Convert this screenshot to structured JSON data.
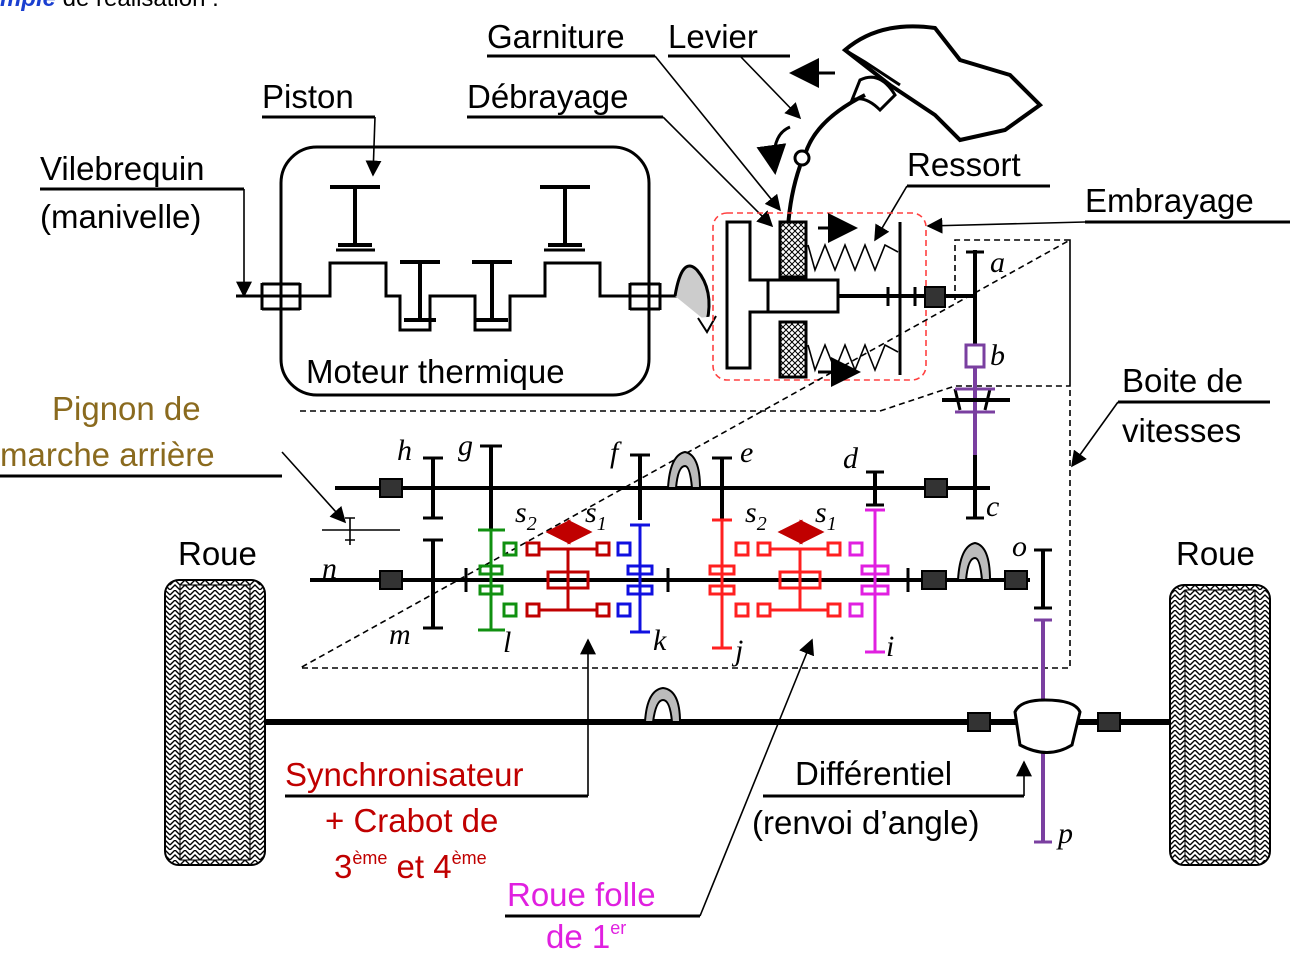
{
  "header_fragment": {
    "emph": "mple",
    "rest": " de réalisation :"
  },
  "labels": {
    "garniture": "Garniture",
    "levier": "Levier",
    "piston": "Piston",
    "debrayage": "Débrayage",
    "vilebrequin": "Vilebrequin",
    "manivelle": "(manivelle)",
    "ressort": "Ressort",
    "embrayage": "Embrayage",
    "moteur": "Moteur thermique",
    "pignon_l1": "Pignon de",
    "pignon_l2": "marche arrière",
    "boite_l1": "Boite de",
    "boite_l2": "vitesses",
    "roue_left": "Roue",
    "roue_right": "Roue",
    "synchro_l1": "Synchronisateur",
    "synchro_l2": "+ Crabot de",
    "synchro_3": "3",
    "synchro_3_sup": "ème",
    "synchro_et": " et 4",
    "synchro_4_sup": "ème",
    "diff_l1": "Différentiel",
    "diff_l2": "(renvoi d’angle)",
    "roue_folle_l1": "Roue folle",
    "roue_folle_l2": "de 1",
    "roue_folle_sup": "er"
  },
  "letters": {
    "a": "a",
    "b": "b",
    "c": "c",
    "d": "d",
    "e": "e",
    "f": "f",
    "g": "g",
    "h": "h",
    "i": "i",
    "j": "j",
    "k": "k",
    "l": "l",
    "m": "m",
    "n": "n",
    "o": "o",
    "p": "p",
    "s2": "s",
    "s1": "s",
    "sub2": "2",
    "sub1": "1"
  },
  "colors": {
    "olive": "#8a6a1e",
    "dark_red": "#c00000",
    "red": "#ff2020",
    "magenta": "#e020e0",
    "blue": "#1010e0",
    "green": "#109010",
    "purple": "#7a3fa0",
    "dash_red": "#ff4040"
  },
  "icons": [
    "foot-icon",
    "tire-icon",
    "rotation-arrow-icon"
  ]
}
